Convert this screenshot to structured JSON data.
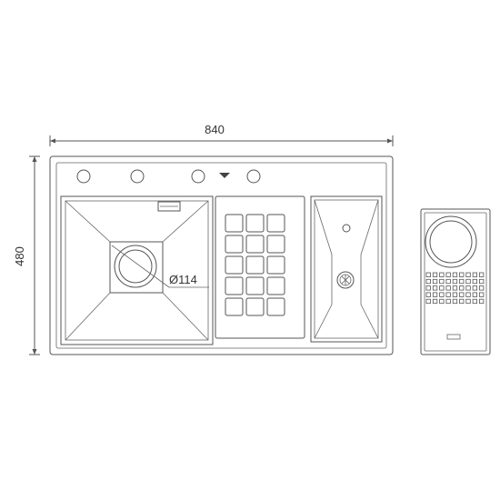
{
  "dimensions": {
    "width_label": "840",
    "height_label": "480",
    "drain_label": "Ø114"
  },
  "sink": {
    "tap_holes": 4,
    "drainer_grid": {
      "rows": 5,
      "cols": 3
    },
    "strainer_grid": {
      "rows": 5,
      "cols": 9
    }
  },
  "colors": {
    "line": "#555555",
    "text": "#333333",
    "background": "#ffffff"
  }
}
